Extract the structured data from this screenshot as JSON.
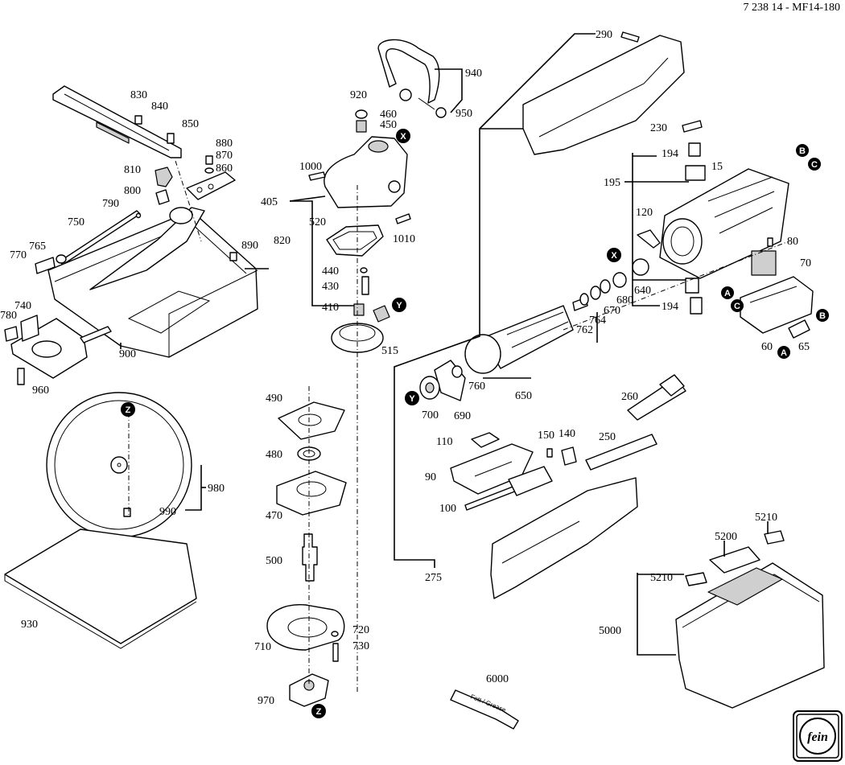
{
  "document_ref": "7 238 14 - MF14-180",
  "brand_logo": "fein",
  "markers": [
    "X",
    "Y",
    "Z",
    "A",
    "B",
    "C"
  ],
  "parts": {
    "p15": "15",
    "p60": "60",
    "p65": "65",
    "p70": "70",
    "p80": "80",
    "p90": "90",
    "p100": "100",
    "p110": "110",
    "p120": "120",
    "p140": "140",
    "p150": "150",
    "p194a": "194",
    "p194b": "194",
    "p195": "195",
    "p230": "230",
    "p250": "250",
    "p260": "260",
    "p275": "275",
    "p290": "290",
    "p405": "405",
    "p410": "410",
    "p430": "430",
    "p440": "440",
    "p450": "450",
    "p460": "460",
    "p470": "470",
    "p480": "480",
    "p490": "490",
    "p500": "500",
    "p515": "515",
    "p520": "520",
    "p640": "640",
    "p650": "650",
    "p670": "670",
    "p680": "680",
    "p690": "690",
    "p700": "700",
    "p710": "710",
    "p720": "720",
    "p730": "730",
    "p740": "740",
    "p750": "750",
    "p760": "760",
    "p762": "762",
    "p764": "764",
    "p765": "765",
    "p770": "770",
    "p780": "780",
    "p790": "790",
    "p800": "800",
    "p810": "810",
    "p820": "820",
    "p830": "830",
    "p840": "840",
    "p850": "850",
    "p860": "860",
    "p870": "870",
    "p880": "880",
    "p890": "890",
    "p900": "900",
    "p920": "920",
    "p930": "930",
    "p940": "940",
    "p950": "950",
    "p960": "960",
    "p970": "970",
    "p980": "980",
    "p990": "990",
    "p1000": "1000",
    "p1010": "1010",
    "p5000": "5000",
    "p5200": "5200",
    "p5210a": "5210",
    "p5210b": "5210",
    "p6000": "6000"
  },
  "tube_text": "Fett / Grease"
}
